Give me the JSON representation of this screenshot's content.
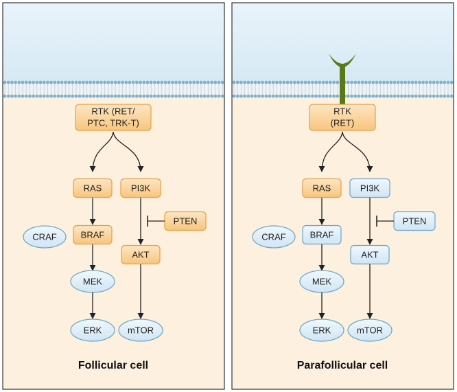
{
  "panels": [
    {
      "caption": "Follicular cell",
      "receptor_ligand_shown": false,
      "nodes": {
        "rtk_line1": "RTK (RET/",
        "rtk_line2": "PTC, TRK-T)",
        "ras": "RAS",
        "pi3k": "PI3K",
        "pten": "PTEN",
        "craf": "CRAF",
        "braf": "BRAF",
        "akt": "AKT",
        "mek": "MEK",
        "erk": "ERK",
        "mtor": "mTOR"
      },
      "node_colors": {
        "rtk": "orange",
        "ras": "orange",
        "pi3k": "orange",
        "pten": "orange",
        "braf": "orange",
        "akt": "orange",
        "craf": "blue",
        "mek": "blue",
        "erk": "blue",
        "mtor": "blue"
      }
    },
    {
      "caption": "Parafollicular cell",
      "receptor_ligand_shown": true,
      "nodes": {
        "rtk_line1": "RTK",
        "rtk_line2": "(RET)",
        "ras": "RAS",
        "pi3k": "PI3K",
        "pten": "PTEN",
        "craf": "CRAF",
        "braf": "BRAF",
        "akt": "AKT",
        "mek": "MEK",
        "erk": "ERK",
        "mtor": "mTOR"
      },
      "node_colors": {
        "rtk": "orange",
        "ras": "orange",
        "pi3k": "blue",
        "pten": "blue",
        "braf": "blue",
        "akt": "blue",
        "craf": "blue",
        "mek": "blue",
        "erk": "blue",
        "mtor": "blue"
      }
    }
  ],
  "colors": {
    "orange_fill": "#fcd9a3",
    "orange_stroke": "#e0a04a",
    "blue_fill": "#dcedf8",
    "blue_stroke": "#6da3c4",
    "extracellular": "#e3f0f8",
    "cytoplasm": "#fdf0de",
    "membrane_bead": "#7fb1cc",
    "receptor_green": "#5a7a1a",
    "arrow": "#222222"
  }
}
